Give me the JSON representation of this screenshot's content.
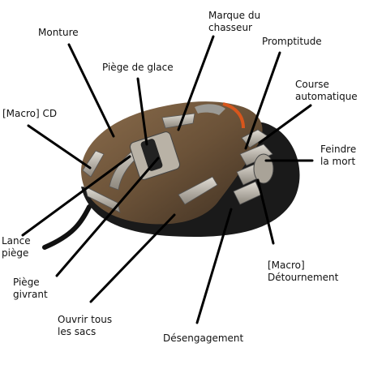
{
  "labels": {
    "monture": "Monture",
    "marque": "Marque du\nchasseur",
    "promptitude": "Promptitude",
    "piege_glace": "Piège de glace",
    "course": "Course\nautomatique",
    "macro_cd": "[Macro] CD",
    "feindre": "Feindre\nla mort",
    "lance_piege": "Lance\npiège",
    "piege_givrant": "Piège\ngivrant",
    "macro_detournement": "[Macro]\nDétournement",
    "ouvrir_sacs": "Ouvrir tous\nles sacs",
    "desengagement": "Désengagement"
  },
  "colors": {
    "mouse_body": "#6b5238",
    "mouse_shell": "#1a1a1a",
    "metal": "#b8b1a6",
    "accent": "#d8561c",
    "line": "#000000",
    "text": "#111111"
  }
}
